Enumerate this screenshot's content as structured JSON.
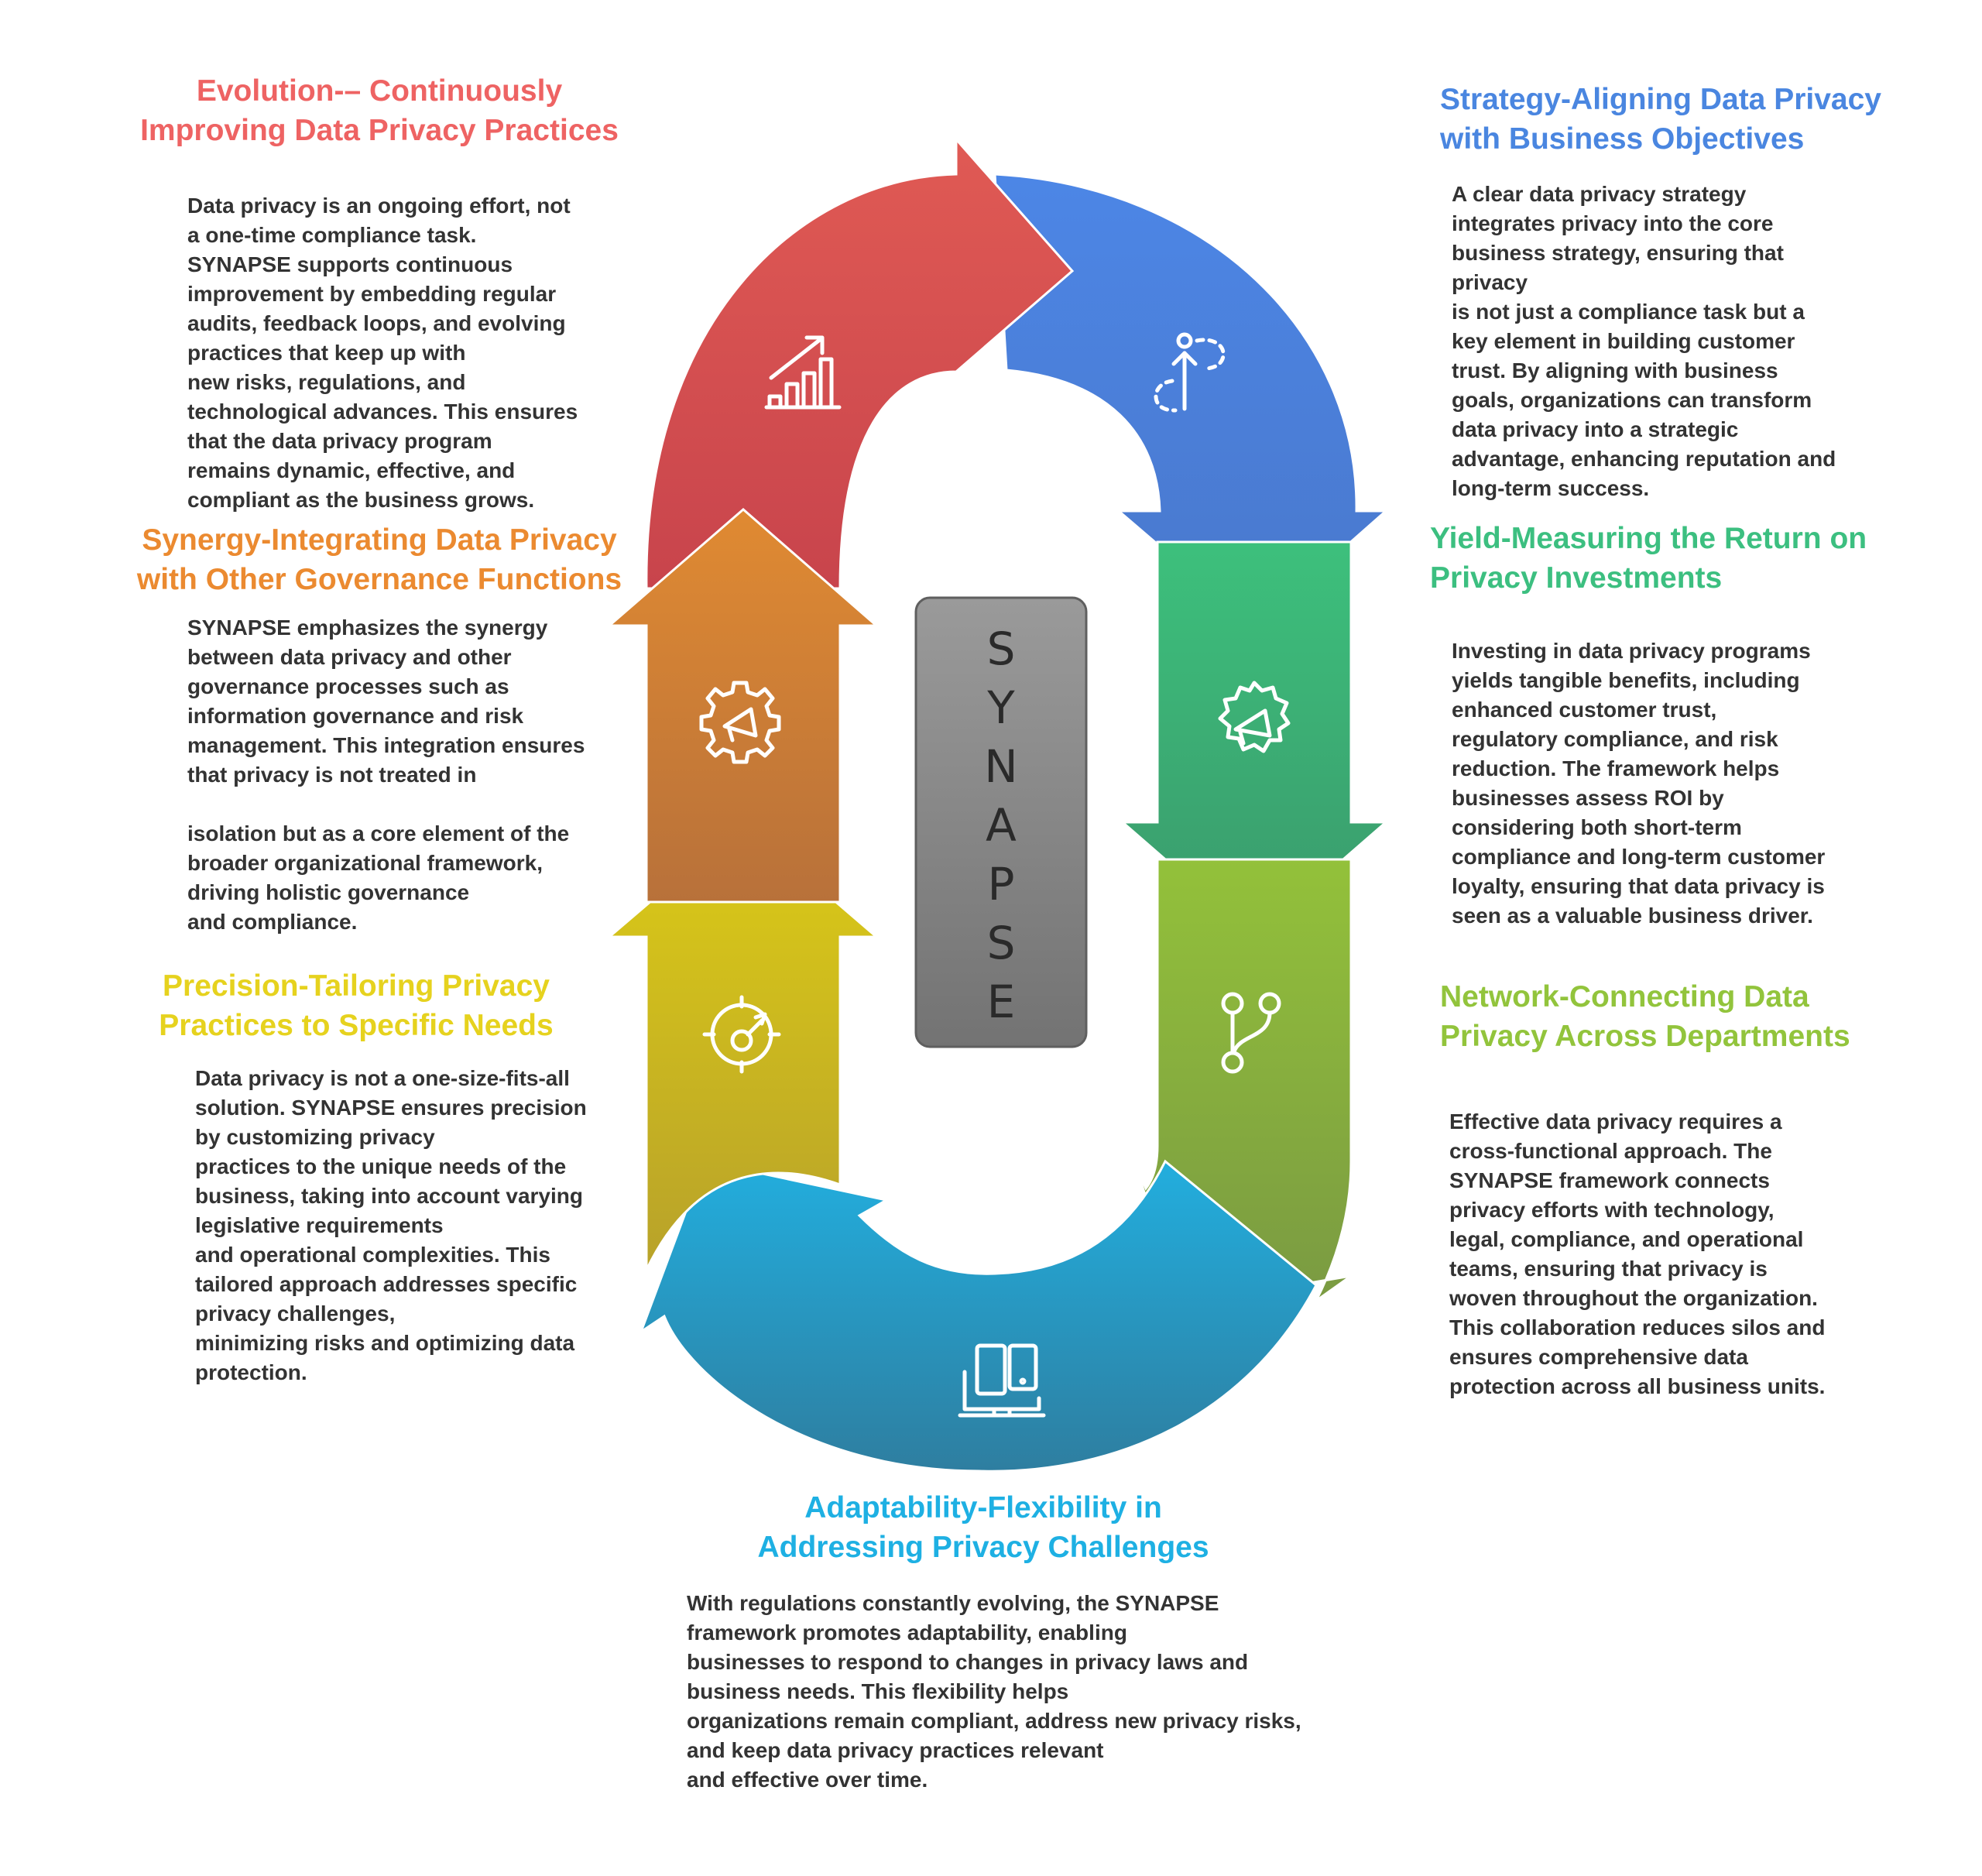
{
  "center": {
    "word": "SYNAPSE",
    "letters": [
      "S",
      "Y",
      "N",
      "A",
      "P",
      "S",
      "E"
    ]
  },
  "colors": {
    "red": "#D94E4E",
    "blue": "#4A86E0",
    "green": "#3CB87A",
    "lime": "#8DBB3B",
    "cyan": "#1EA6D8",
    "yellow": "#D8C41E",
    "orange": "#E08A33",
    "gray": "#8A8A8A"
  },
  "stages": [
    {
      "id": "evolution",
      "title": [
        "Evolution-– Continuously",
        "Improving Data Privacy Practices"
      ],
      "color": "#EE6363",
      "icon": "growth-chart-icon",
      "description": [
        "Data privacy is an ongoing effort, not",
        "a one-time compliance task.",
        "SYNAPSE supports continuous",
        "improvement by embedding regular",
        "audits, feedback loops, and evolving",
        "practices that keep up with",
        "new risks, regulations, and",
        "technological advances. This ensures",
        "that the data privacy program",
        "remains dynamic, effective, and",
        "compliant as the business grows."
      ]
    },
    {
      "id": "strategy",
      "title": [
        "Strategy-Aligning Data Privacy",
        "with Business Objectives"
      ],
      "color": "#4A86E0",
      "icon": "strategy-path-icon",
      "description": [
        "A clear data privacy strategy",
        "integrates privacy into the core",
        "business strategy, ensuring that",
        "privacy",
        "is not just a compliance task but a",
        "key element in building customer",
        "trust. By aligning with business",
        "goals, organizations can transform",
        "data privacy into a strategic",
        "advantage, enhancing reputation and",
        "long-term success."
      ]
    },
    {
      "id": "yield",
      "title": [
        "Yield-Measuring the Return on",
        "Privacy Investments"
      ],
      "color": "#3CBF80",
      "icon": "megaphone-badge-icon",
      "description": [
        "Investing in data privacy programs",
        "yields tangible benefits, including",
        "enhanced customer trust,",
        "regulatory compliance, and risk",
        "reduction. The framework helps",
        "businesses assess ROI by",
        "considering both short-term",
        "compliance and long-term customer",
        "loyalty, ensuring that data privacy is",
        "seen as a valuable business driver."
      ]
    },
    {
      "id": "network",
      "title": [
        "Network-Connecting Data",
        "Privacy Across Departments"
      ],
      "color": "#92C43C",
      "icon": "git-branch-icon",
      "description": [
        "Effective data privacy requires a",
        "cross-functional approach. The",
        "SYNAPSE framework connects",
        "privacy efforts with technology,",
        "legal, compliance, and operational",
        "teams, ensuring that privacy is",
        "woven throughout the organization.",
        "This collaboration reduces silos and",
        "ensures comprehensive data",
        "protection across all business units."
      ]
    },
    {
      "id": "adaptability",
      "title": [
        "Adaptability-Flexibility in",
        "Addressing Privacy Challenges"
      ],
      "color": "#1EB0E3",
      "icon": "devices-icon",
      "description": [
        "With regulations constantly evolving, the SYNAPSE",
        "framework promotes adaptability, enabling",
        "businesses to respond to changes in privacy laws and",
        "business needs. This flexibility helps",
        "organizations remain compliant, address new privacy risks,",
        "and keep data privacy practices relevant",
        "and effective over time."
      ]
    },
    {
      "id": "precision",
      "title": [
        "Precision-Tailoring Privacy",
        "Practices to Specific Needs"
      ],
      "color": "#E6D21E",
      "icon": "target-dart-icon",
      "description": [
        "Data privacy is not a one-size-fits-all",
        "solution. SYNAPSE ensures precision",
        "by customizing privacy",
        "practices to the unique needs of the",
        "business, taking into account varying",
        "legislative requirements",
        "and operational complexities. This",
        "tailored approach addresses specific",
        "privacy challenges,",
        "minimizing risks and optimizing data",
        "protection."
      ]
    },
    {
      "id": "synergy",
      "title": [
        "Synergy-Integrating Data Privacy",
        "with Other Governance Functions"
      ],
      "color": "#EB8A30",
      "icon": "gear-megaphone-icon",
      "description": [
        "SYNAPSE emphasizes the synergy",
        "between data privacy and other",
        "governance processes such as",
        "information governance and risk",
        "management. This integration ensures",
        "that privacy is not treated in",
        "",
        "isolation but as a core element of the",
        "broader organizational framework,",
        "driving holistic governance",
        "and compliance."
      ]
    }
  ]
}
